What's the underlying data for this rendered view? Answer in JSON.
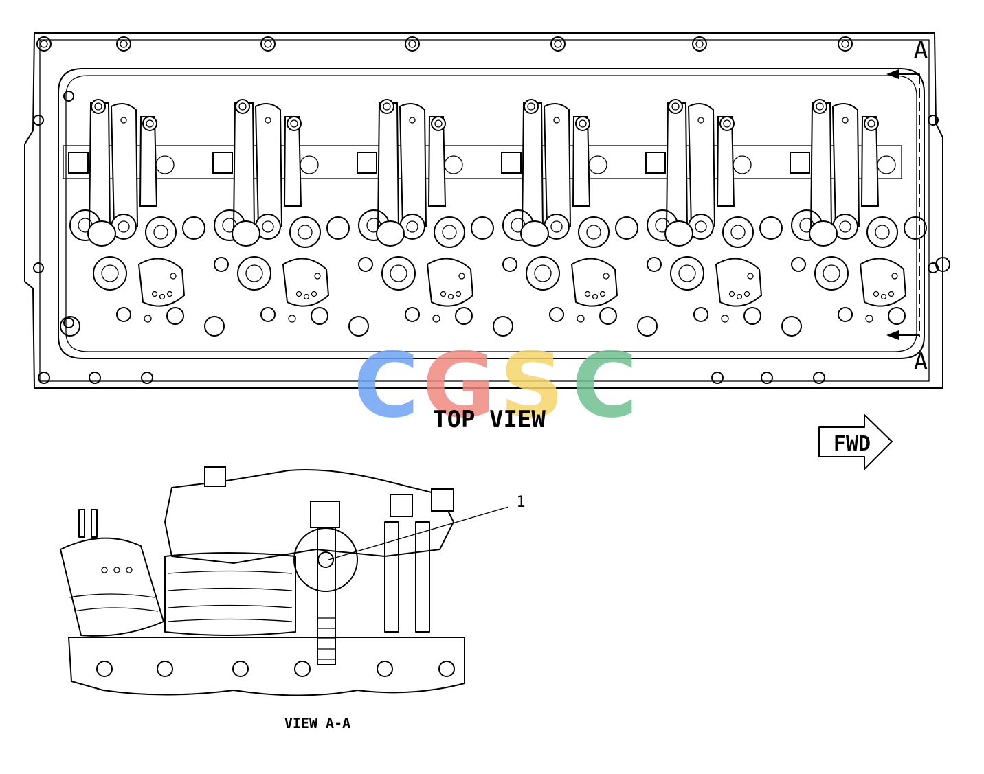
{
  "labels": {
    "section_top": "A",
    "section_bottom": "A",
    "top_view": "TOP VIEW",
    "view_aa": "VIEW A-A",
    "callout_1": "1",
    "fwd": "FWD"
  },
  "watermark": {
    "letters": [
      "C",
      "G",
      "S",
      "C"
    ],
    "colors": [
      "#6fa3f5",
      "#f08a80",
      "#f5d56a",
      "#6fbf8f"
    ]
  },
  "icons": [
    "forward-arrow-icon",
    "section-arrow-icon"
  ]
}
